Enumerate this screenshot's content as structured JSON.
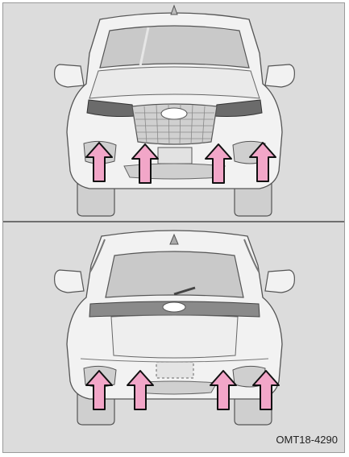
{
  "figure": {
    "reference_code": "OMT18-4290"
  },
  "colors": {
    "background": "#dcdcdc",
    "vehicle_outline": "#555555",
    "vehicle_fill": "#f2f2f2",
    "vehicle_shade": "#d4d4d4",
    "glass": "#c9c9c9",
    "arrow_fill": "#f2a6c8",
    "arrow_stroke": "#111111",
    "divider": "#6f6f6f"
  },
  "views": [
    {
      "name": "front-view",
      "arrow_icon": "up-arrow-icon",
      "arrow_count": 4
    },
    {
      "name": "rear-view",
      "arrow_icon": "up-arrow-icon",
      "arrow_count": 4
    }
  ]
}
